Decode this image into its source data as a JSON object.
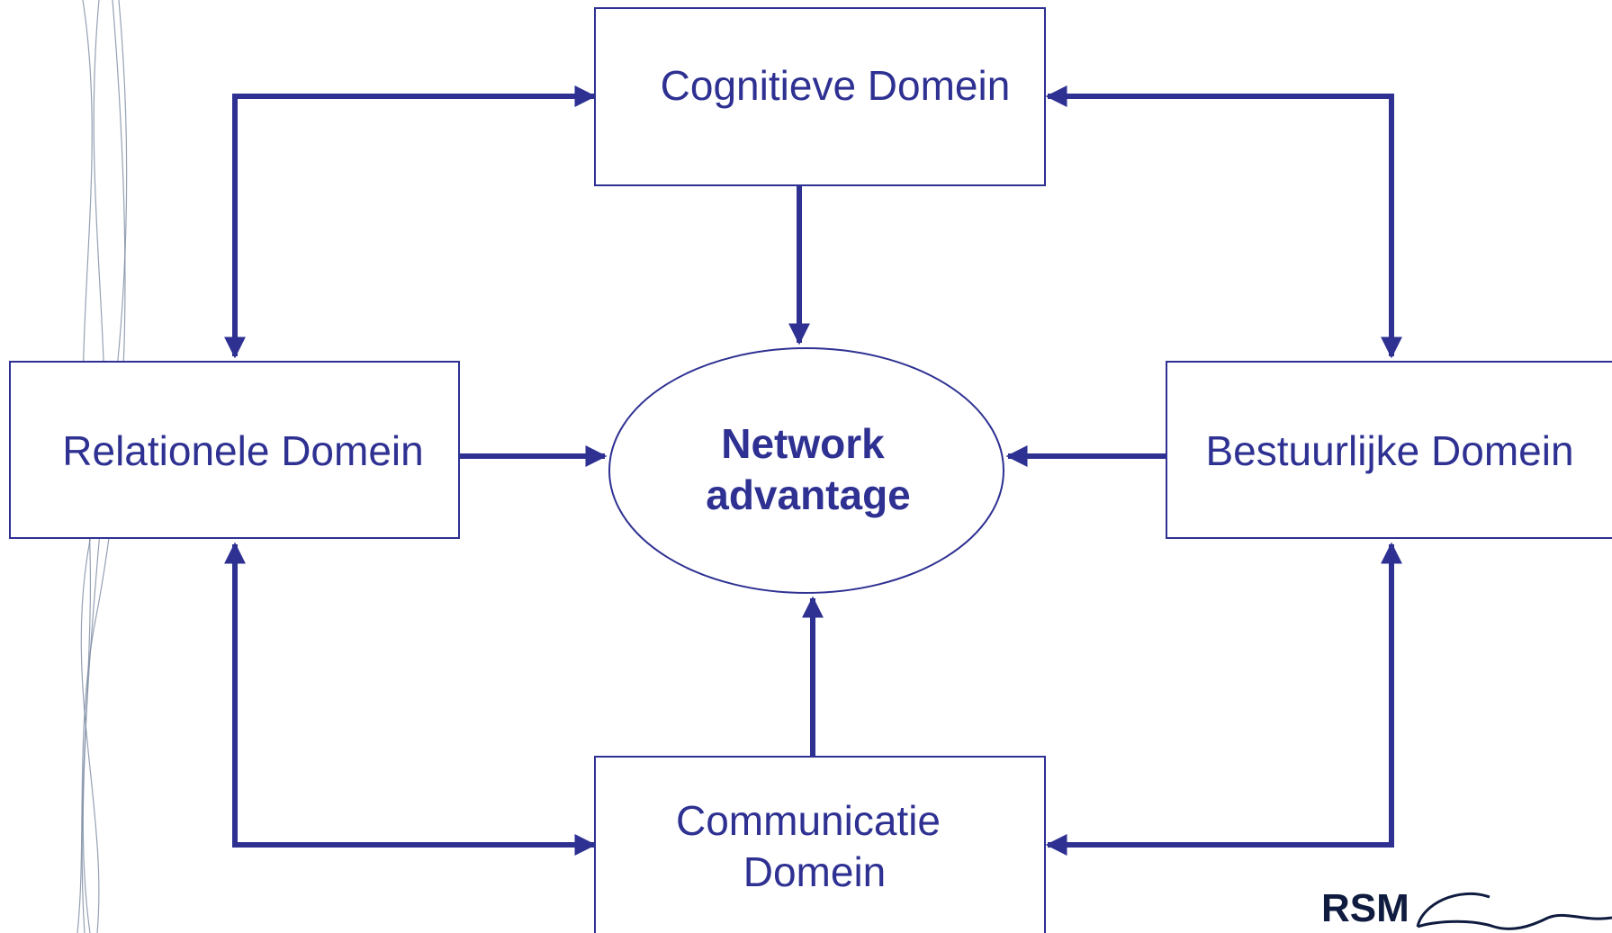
{
  "colors": {
    "primary": "#2e3192",
    "decorative_lines": "#7a8aa0",
    "logo": "#0f1c3f"
  },
  "nodes": {
    "cognitive": "Cognitieve Domein",
    "relational": "Relationele Domein",
    "governance": "Bestuurlijke Domein",
    "communication_line1": "Communicatie",
    "communication_line2": "Domein",
    "center_line1": "Network",
    "center_line2": "advantage"
  },
  "logo": {
    "text": "RSM",
    "mark_icon": "signature-swoosh-icon"
  },
  "connections": [
    {
      "from": "cognitive",
      "to": "relational",
      "direction": "both"
    },
    {
      "from": "cognitive",
      "to": "governance",
      "direction": "both"
    },
    {
      "from": "communication",
      "to": "relational",
      "direction": "both"
    },
    {
      "from": "communication",
      "to": "governance",
      "direction": "both"
    },
    {
      "from": "cognitive",
      "to": "center",
      "direction": "forward"
    },
    {
      "from": "relational",
      "to": "center",
      "direction": "forward"
    },
    {
      "from": "governance",
      "to": "center",
      "direction": "forward"
    },
    {
      "from": "communication",
      "to": "center",
      "direction": "forward"
    }
  ]
}
